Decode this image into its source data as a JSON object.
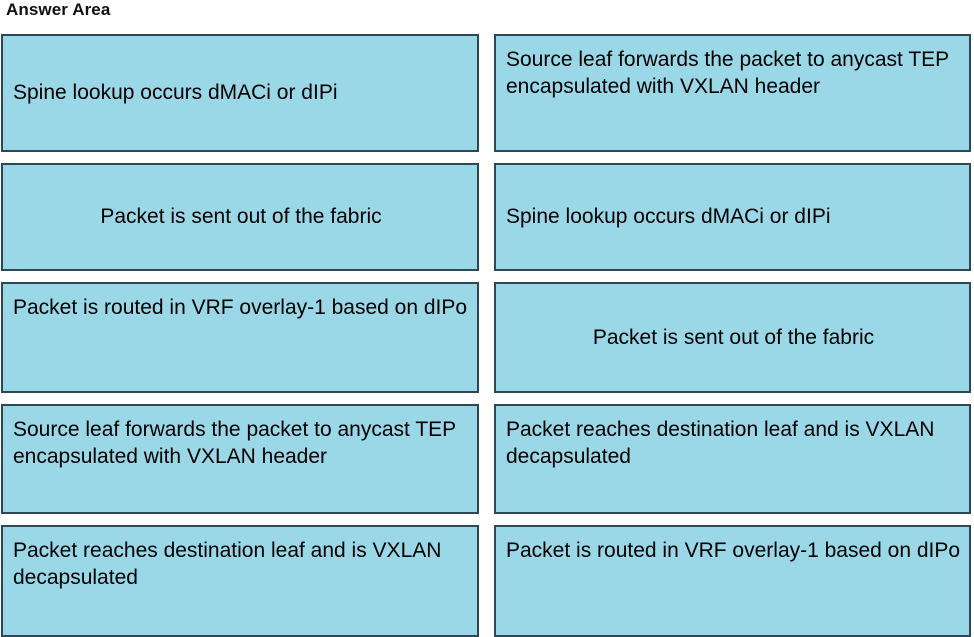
{
  "page": {
    "title": "Answer Area",
    "box_fill_color": "#9ad7e7",
    "box_border_color": "#2f4858",
    "text_color": "#000000",
    "background_color": "#ffffff"
  },
  "left_column": {
    "name": "available-options",
    "boxes": [
      {
        "text": "Spine lookup occurs dMACi or dIPi",
        "lines": 1,
        "align": "left"
      },
      {
        "text": "Packet is sent out of the fabric",
        "lines": 1,
        "align": "center"
      },
      {
        "text": "Packet is routed in VRF overlay-1 based on dIPo",
        "lines": 2,
        "align": "left"
      },
      {
        "text": "Source leaf forwards the packet to anycast TEP encapsulated with VXLAN header",
        "lines": 3,
        "align": "left"
      },
      {
        "text": "Packet reaches destination leaf and is VXLAN decapsulated",
        "lines": 2,
        "align": "left"
      }
    ]
  },
  "right_column": {
    "name": "ordered-answers",
    "boxes": [
      {
        "text": "Source leaf forwards the packet to anycast TEP encapsulated with VXLAN header",
        "lines": 3,
        "align": "left"
      },
      {
        "text": "Spine lookup occurs dMACi or dIPi",
        "lines": 1,
        "align": "left"
      },
      {
        "text": "Packet is sent out of the fabric",
        "lines": 1,
        "align": "center"
      },
      {
        "text": "Packet reaches destination leaf and is VXLAN decapsulated",
        "lines": 2,
        "align": "left"
      },
      {
        "text": "Packet is routed in VRF overlay-1 based on dIPo",
        "lines": 2,
        "align": "left"
      }
    ]
  }
}
